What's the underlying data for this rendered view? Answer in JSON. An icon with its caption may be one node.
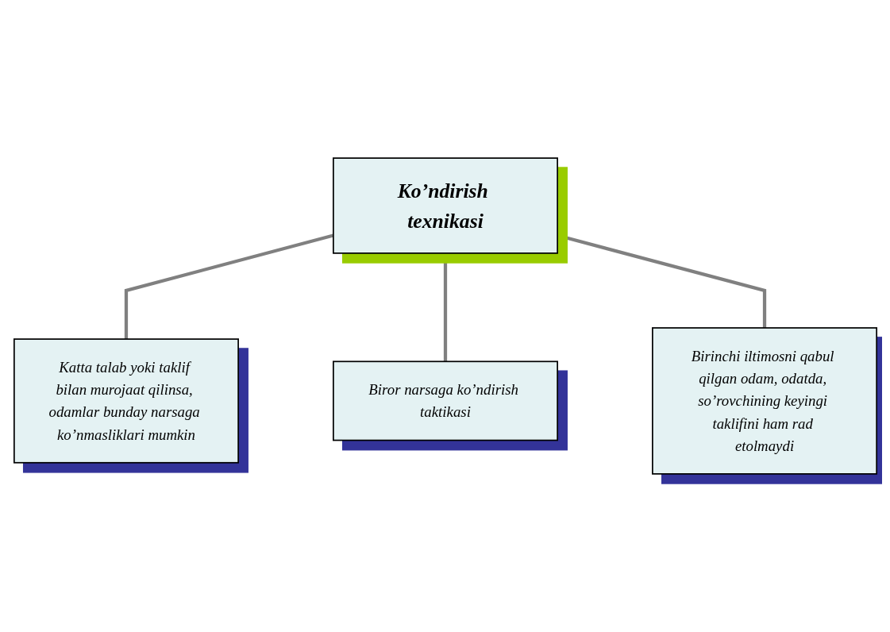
{
  "diagram": {
    "nodes": [
      {
        "text": [
          "Katta talab yoki taklif bilan murojaat qilinsa, odamlar bunday narsaga ko’nmasliklari mumkin"
        ]
      },
      {
        "text": [
          "Ko’ndirish texnikasi"
        ]
      },
      {
        "text": [
          "Biror narsaga ko’ndirish taktikasi"
        ]
      },
      {
        "text": [
          "Birinchi iltimosni qabul qilgan odam, odatda, so’rovchining keyingi taklifini ham rad etolmaydi"
        ]
      }
    ],
    "edges": [
      {
        "from": 1,
        "to": 0,
        "arrow": "none"
      },
      {
        "from": 1,
        "to": 2,
        "arrow": "none"
      },
      {
        "from": 1,
        "to": 3,
        "arrow": "none"
      }
    ]
  }
}
